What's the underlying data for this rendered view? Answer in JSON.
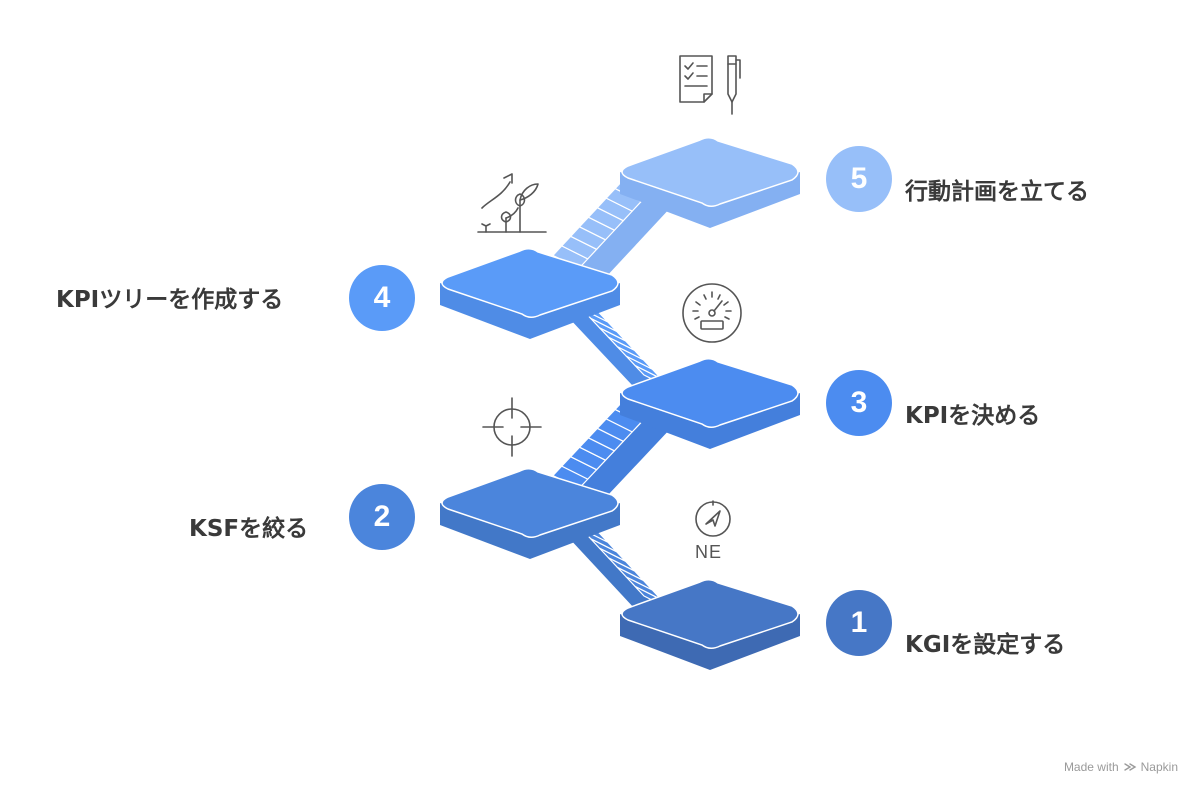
{
  "steps": [
    {
      "number": "1",
      "label": "KGIを設定する",
      "color": "#4677c6",
      "side_color": "#3e6ab3"
    },
    {
      "number": "2",
      "label": "KSFを絞る",
      "color": "#4b85dc",
      "side_color": "#4278c8"
    },
    {
      "number": "3",
      "label": "KPIを決める",
      "color": "#4c8cf0",
      "side_color": "#447fdc"
    },
    {
      "number": "4",
      "label": "KPIツリーを作成する",
      "color": "#5a9bf8",
      "side_color": "#4f8ce6"
    },
    {
      "number": "5",
      "label": "行動計画を立てる",
      "color": "#97bff9",
      "side_color": "#84b0f2"
    }
  ],
  "icons": {
    "step1": "compass-icon",
    "step2": "crosshair-icon",
    "step3": "gauge-icon",
    "step4": "growth-plant-icon",
    "step5": "checklist-pen-icon"
  },
  "compass_label": "NE",
  "credit": {
    "prefix": "Made with",
    "brand": "Napkin",
    "icon": "napkin-logo-icon"
  }
}
